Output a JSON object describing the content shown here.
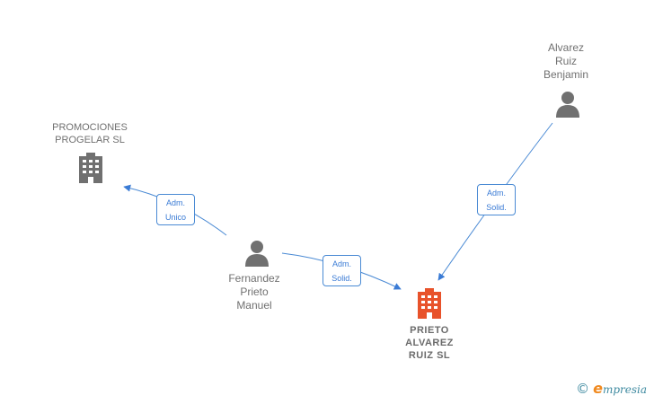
{
  "nodes": {
    "promociones": {
      "label": "PROMOCIONES\nPROGELAR SL",
      "icon": "building-icon",
      "color": "#707070"
    },
    "prieto_alvarez": {
      "label": "PRIETO\nALVAREZ\nRUIZ SL",
      "icon": "building-icon",
      "color": "#e8522a"
    },
    "fernandez": {
      "label": "Fernandez\nPrieto\nManuel",
      "icon": "person-icon",
      "color": "#707070"
    },
    "alvarez": {
      "label": "Alvarez\nRuiz\nBenjamin",
      "icon": "person-icon",
      "color": "#707070"
    }
  },
  "edges": {
    "fernandez_promociones": {
      "label": "Adm.\nUnico"
    },
    "fernandez_prieto": {
      "label": "Adm.\nSolid."
    },
    "alvarez_prieto": {
      "label": "Adm.\nSolid."
    }
  },
  "edge_color": "#3a7bd5",
  "brand": {
    "copyright": "©",
    "initial": "e",
    "name": "mpresia"
  }
}
